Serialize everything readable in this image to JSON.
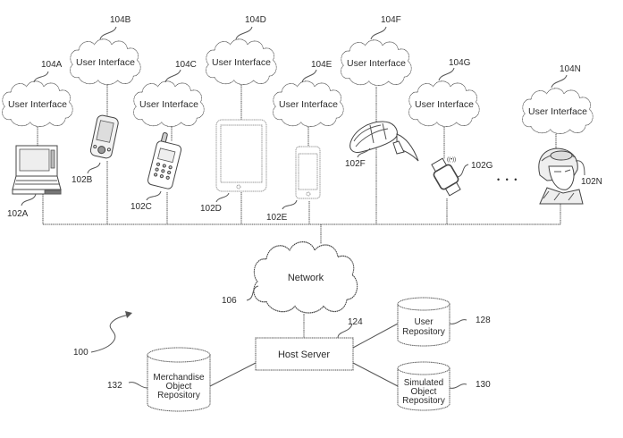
{
  "figure": {
    "ref": "100",
    "client_devices": [
      {
        "device_ref": "102A",
        "ui_ref": "104A",
        "ui_label": "User Interface",
        "device": "laptop"
      },
      {
        "device_ref": "102B",
        "ui_ref": "104B",
        "ui_label": "User Interface",
        "device": "pda"
      },
      {
        "device_ref": "102C",
        "ui_ref": "104C",
        "ui_label": "User Interface",
        "device": "mobile-phone"
      },
      {
        "device_ref": "102D",
        "ui_ref": "104D",
        "ui_label": "User Interface",
        "device": "tablet"
      },
      {
        "device_ref": "102E",
        "ui_ref": "104E",
        "ui_label": "User Interface",
        "device": "smartphone"
      },
      {
        "device_ref": "102F",
        "ui_ref": "104F",
        "ui_label": "User Interface",
        "device": "vr-goggles"
      },
      {
        "device_ref": "102G",
        "ui_ref": "104G",
        "ui_label": "User Interface",
        "device": "smartwatch"
      },
      {
        "device_ref": "102N",
        "ui_ref": "104N",
        "ui_label": "User Interface",
        "device": "helmet-headset"
      }
    ],
    "ellipsis": "• • •",
    "network": {
      "label": "Network",
      "ref": "106"
    },
    "host_server": {
      "label": "Host Server",
      "ref": "124"
    },
    "repositories": [
      {
        "label_lines": [
          "User",
          "Repository"
        ],
        "ref": "128"
      },
      {
        "label_lines": [
          "Simulated",
          "Object",
          "Repository"
        ],
        "ref": "130"
      },
      {
        "label_lines": [
          "Merchandise",
          "Object",
          "Repository"
        ],
        "ref": "132"
      }
    ]
  }
}
